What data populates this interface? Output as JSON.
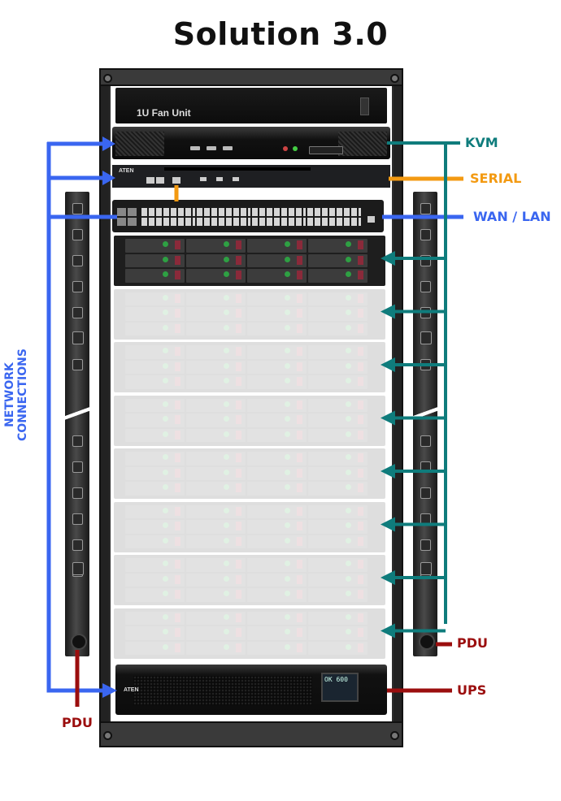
{
  "title": "Solution 3.0",
  "devices": {
    "fan_unit": {
      "label": "1U Fan Unit"
    },
    "kvm_switch": {
      "brand": ""
    },
    "serial_console": {
      "brand": "ATEN"
    },
    "network_switch": {},
    "primary_server": {},
    "ghost_server_count": 7,
    "ups": {
      "brand": "ATEN",
      "lcd_text": "OK 600"
    }
  },
  "labels": {
    "kvm": "KVM",
    "serial": "SERIAL",
    "wan_lan": "WAN / LAN",
    "network_connections": "NETWORK CONNECTIONS",
    "pdu_right": "PDU",
    "pdu_left": "PDU",
    "ups": "UPS"
  },
  "colors": {
    "kvm": "#0f7c7c",
    "serial": "#f39a12",
    "network": "#3a66f0",
    "power": "#9b0e0e"
  }
}
